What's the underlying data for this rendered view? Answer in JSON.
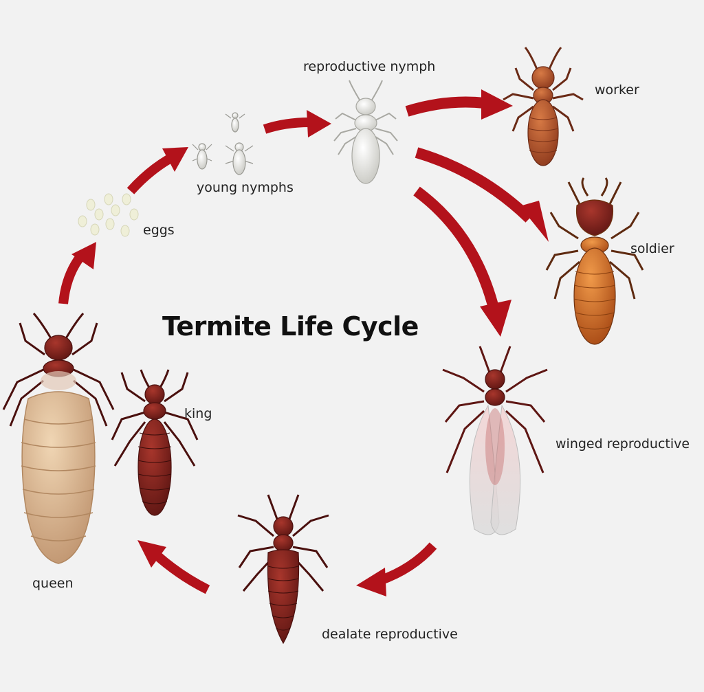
{
  "title": "Termite Life Cycle",
  "stages": {
    "eggs": "eggs",
    "young_nymphs": "young nymphs",
    "reproductive_nymph": "reproductive nymph",
    "worker": "worker",
    "soldier": "soldier",
    "winged_reproductive": "winged reproductive",
    "dealate_reproductive": "dealate reproductive",
    "king": "king",
    "queen": "queen"
  },
  "colors": {
    "background": "#f2f2f2",
    "arrow": "#b3121b",
    "termite_dark": "#7a1f1a",
    "termite_worker": "#b3532c",
    "termite_soldier": "#c9621e",
    "nymph": "#e0e0dc",
    "queen_abdomen": "#d8b690",
    "egg": "#efefd8"
  }
}
